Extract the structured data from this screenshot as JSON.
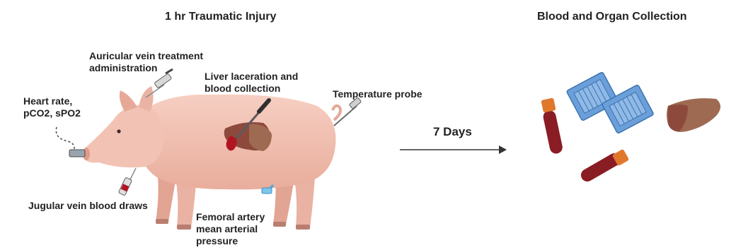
{
  "titles": {
    "left": "1 hr Traumatic Injury",
    "right": "Blood and Organ Collection"
  },
  "labels": {
    "auricular": "Auricular vein treatment\nadministration",
    "liver": "Liver laceration and\nblood collection",
    "temperature": "Temperature probe",
    "heart": "Heart rate,\npCO2, sPO2",
    "jugular": "Jugular vein blood draws",
    "femoral": "Femoral artery\nmean arterial\npressure"
  },
  "arrow": {
    "label": "7 Days"
  },
  "colors": {
    "pig_skin": "#f2c3b4",
    "pig_shade": "#e4a595",
    "liver": "#8d4a3c",
    "liver_right": "#9e6a52",
    "blood": "#b01622",
    "cassette_blue": "#6a9fd9",
    "tube_cap": "#e0782c",
    "tube_blood": "#8a1c24",
    "text": "#222222"
  }
}
